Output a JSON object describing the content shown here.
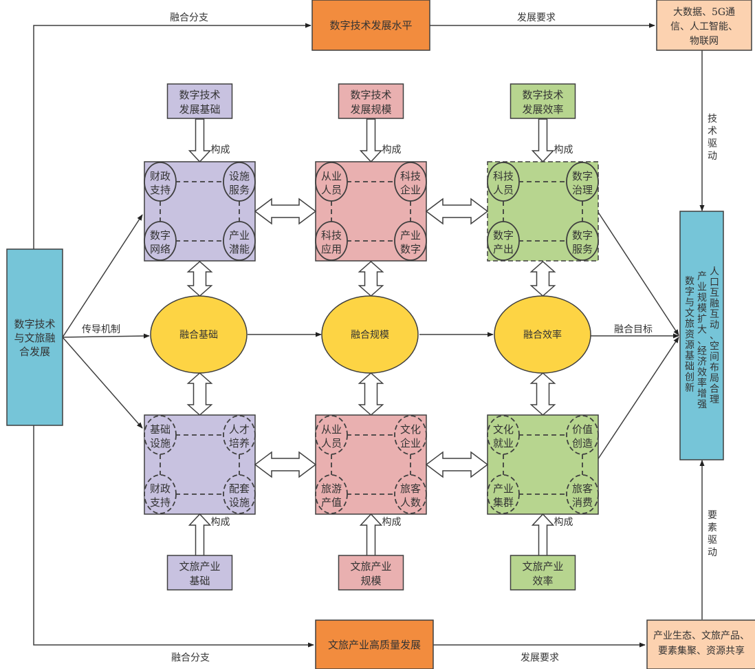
{
  "colors": {
    "purple": "#c8c2e0",
    "pink": "#e9b0b0",
    "green": "#b7d58f",
    "yellow": "#fdd444",
    "orange_dark": "#f28c3e",
    "orange_light": "#fcd2b0",
    "blue": "#76c5d8"
  },
  "left_node": {
    "lines": [
      "数字技术",
      "与文旅融",
      "合发展"
    ]
  },
  "right_node": {
    "columns": [
      "人口互融互动、空间布局合理",
      "产业规模扩大、经济效率增强",
      "数字与文旅资源基础创新"
    ]
  },
  "top_center": {
    "label": "数字技术发展水平"
  },
  "top_right": {
    "lines": [
      "大数据、5G通",
      "信、人工智能、",
      "物联网"
    ]
  },
  "bottom_center": {
    "label": "文旅产业高质量发展"
  },
  "bottom_right": {
    "lines": [
      "产业生态、文旅产品、",
      "要素集聚、资源共享"
    ]
  },
  "edge_labels": {
    "top_branch": "融合分支",
    "top_requirement": "发展要求",
    "bottom_branch": "融合分支",
    "bottom_requirement": "发展要求",
    "transmission": "传导机制",
    "goal": "融合目标",
    "tech_drive": [
      "技",
      "术",
      "驱",
      "动"
    ],
    "factor_drive": [
      "要",
      "素",
      "驱",
      "动"
    ],
    "compose": "构成"
  },
  "ellipses": [
    {
      "label": "融合基础"
    },
    {
      "label": "融合规模"
    },
    {
      "label": "融合效率"
    }
  ],
  "top_sources": [
    {
      "lines": [
        "数字技术",
        "发展基础"
      ]
    },
    {
      "lines": [
        "数字技术",
        "发展规模"
      ]
    },
    {
      "lines": [
        "数字技术",
        "发展效率"
      ]
    }
  ],
  "bottom_sources": [
    {
      "lines": [
        "文旅产业",
        "基础"
      ]
    },
    {
      "lines": [
        "文旅产业",
        "规模"
      ]
    },
    {
      "lines": [
        "文旅产业",
        "效率"
      ]
    }
  ],
  "top_groups": [
    {
      "items": [
        [
          "财政",
          "支持"
        ],
        [
          "设施",
          "服务"
        ],
        [
          "数字",
          "网络"
        ],
        [
          "产业",
          "潜能"
        ]
      ]
    },
    {
      "items": [
        [
          "从业",
          "人员"
        ],
        [
          "科技",
          "企业"
        ],
        [
          "科技",
          "应用"
        ],
        [
          "产业",
          "数字"
        ]
      ]
    },
    {
      "items": [
        [
          "科技",
          "人员"
        ],
        [
          "数字",
          "治理"
        ],
        [
          "数字",
          "产出"
        ],
        [
          "数字",
          "服务"
        ]
      ]
    }
  ],
  "bottom_groups": [
    {
      "items": [
        [
          "基础",
          "设施"
        ],
        [
          "人才",
          "培养"
        ],
        [
          "财政",
          "支持"
        ],
        [
          "配套",
          "设施"
        ]
      ]
    },
    {
      "items": [
        [
          "从业",
          "人员"
        ],
        [
          "文化",
          "企业"
        ],
        [
          "旅游",
          "产值"
        ],
        [
          "旅客",
          "人数"
        ]
      ]
    },
    {
      "items": [
        [
          "文化",
          "就业"
        ],
        [
          "价值",
          "创造"
        ],
        [
          "产业",
          "集群"
        ],
        [
          "旅客",
          "消费"
        ]
      ]
    }
  ]
}
